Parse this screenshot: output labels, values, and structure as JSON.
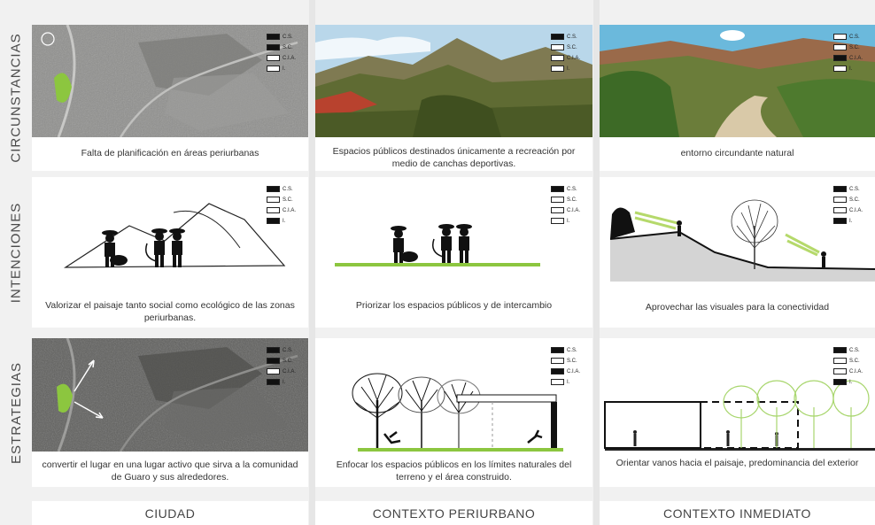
{
  "rows": [
    "CIRCUNSTANCIAS",
    "INTENCIONES",
    "ESTRATEGIAS"
  ],
  "columns": [
    "CIUDAD",
    "CONTEXTO PERIURBANO",
    "CONTEXTO INMEDIATO"
  ],
  "legend_labels": [
    "C.S.",
    "S.C.",
    "C.I.A.",
    "I."
  ],
  "colors": {
    "accent_green": "#8cc63f",
    "aerial_gray": "#8a8a88",
    "ink": "#111111"
  },
  "panels": {
    "r0c0": {
      "caption": "Falta de planificación en áreas periurbanas",
      "legend_on": [
        true,
        true,
        false,
        false
      ],
      "image": "aerial-photo"
    },
    "r0c1": {
      "caption": "Espacios públicos destinados únicamente a recreación por medio de canchas deportivas.",
      "legend_on": [
        true,
        false,
        false,
        false
      ],
      "image": "mountain-photo"
    },
    "r0c2": {
      "caption": "entorno circundante natural",
      "legend_on": [
        false,
        false,
        true,
        false
      ],
      "image": "dirt-road-photo"
    },
    "r1c0": {
      "caption": "Valorizar el paisaje tanto social como ecológico de las zonas periurbanas.",
      "legend_on": [
        true,
        false,
        false,
        true
      ],
      "image": "people-mountain-drawing"
    },
    "r1c1": {
      "caption": "Priorizar los espacios públicos y de intercambio",
      "legend_on": [
        true,
        false,
        false,
        false
      ],
      "image": "people-ground-drawing"
    },
    "r1c2": {
      "caption": "Aprovechar las visuales para la conectividad",
      "legend_on": [
        true,
        false,
        false,
        true
      ],
      "image": "terrain-section-drawing"
    },
    "r2c0": {
      "caption": "convertir el lugar en una lugar activo que sirva a la comunidad de Guaro y sus alrededores.",
      "legend_on": [
        true,
        true,
        false,
        true
      ],
      "image": "aerial-arrows-photo"
    },
    "r2c1": {
      "caption": "Enfocar los espacios públicos en los límites naturales del terreno y el área construido.",
      "legend_on": [
        true,
        false,
        true,
        false
      ],
      "image": "trees-section-drawing"
    },
    "r2c2": {
      "caption": "Orientar vanos hacia el paisaje, predominancia del exterior",
      "legend_on": [
        true,
        false,
        false,
        true
      ],
      "image": "building-trees-drawing"
    }
  }
}
